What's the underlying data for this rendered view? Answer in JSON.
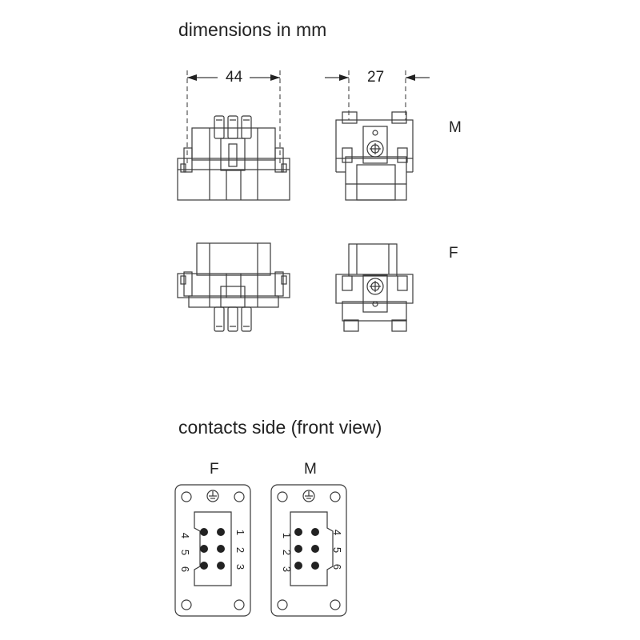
{
  "headings": {
    "dimensions": "dimensions in mm",
    "contacts": "contacts side (front view)"
  },
  "dimensions": {
    "width": "44",
    "depth": "27"
  },
  "rows": {
    "male": "M",
    "female": "F"
  },
  "contact_views": {
    "female": {
      "label": "F",
      "pins": [
        "1",
        "2",
        "3",
        "4",
        "5",
        "6"
      ]
    },
    "male": {
      "label": "M",
      "pins": [
        "1",
        "2",
        "3",
        "4",
        "5",
        "6"
      ]
    }
  },
  "icons": {
    "ground": "ground-symbol-icon"
  },
  "colors": {
    "line": "#3a3a3a",
    "dash": "#555555",
    "pin": "#222222"
  }
}
